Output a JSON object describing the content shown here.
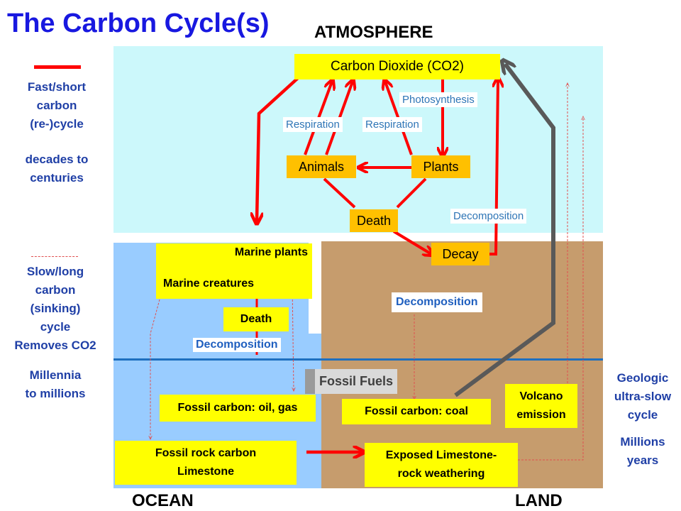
{
  "title": "The Carbon Cycle(s)",
  "headers": {
    "atmosphere": "ATMOSPHERE",
    "ocean": "OCEAN",
    "land": "LAND"
  },
  "legend": {
    "fast": {
      "line1": "Fast/short",
      "line2": "carbon",
      "line3": "(re-)cycle",
      "time1": "decades to",
      "time2": "centuries"
    },
    "slow": {
      "line1": "Slow/long",
      "line2": "carbon",
      "line3": "(sinking)",
      "line4": "cycle",
      "line5": "Removes CO2",
      "time1": "Millennia",
      "time2": "to millions"
    },
    "geologic": {
      "line1": "Geologic",
      "line2": "ultra-slow",
      "line3": "cycle",
      "time1": "Millions",
      "time2": "years"
    }
  },
  "boxes": {
    "co2": "Carbon Dioxide (CO",
    "co2_sub": "2",
    "co2_close": ")",
    "animals": "Animals",
    "plants": "Plants",
    "death_land": "Death",
    "decay": "Decay",
    "marine_plants": "Marine plants",
    "marine_creatures": "Marine creatures",
    "death_ocean": "Death",
    "fossil_fuels": "Fossil Fuels",
    "fossil_oil_gas": "Fossil carbon: oil, gas",
    "fossil_coal": "Fossil carbon: coal",
    "volcano1": "Volcano",
    "volcano2": "emission",
    "limestone1": "Fossil rock carbon",
    "limestone2": "Limestone",
    "weathering1": "Exposed Limestone-",
    "weathering2": "rock weathering"
  },
  "labels": {
    "photosynthesis": "Photosynthesis",
    "respiration_animals": "Respiration",
    "respiration_plants": "Respiration",
    "decomposition_atm": "Decomposition",
    "decomposition_land": "Decomposition",
    "decomposition_ocean": "Decomposition"
  },
  "colors": {
    "fast_arrow": "#ff0000",
    "slow_arrow": "#e05050",
    "geologic_arrow": "#595959",
    "atmosphere": "#ccf8fb",
    "ocean": "#99ccff",
    "land": "#c69c6d",
    "sea_line": "#1e6fbf"
  }
}
